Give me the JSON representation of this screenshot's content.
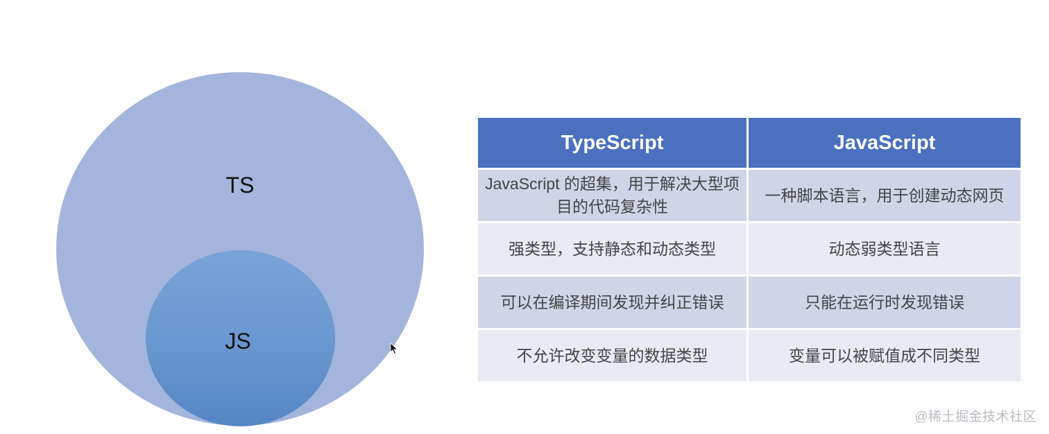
{
  "diagram": {
    "outer_circle": {
      "label": "TS",
      "color": "#a3b5dc"
    },
    "inner_circle": {
      "label": "JS",
      "color": "#6a98d0"
    }
  },
  "table": {
    "header_color": "#4a70bf",
    "headers": [
      "TypeScript",
      "JavaScript"
    ],
    "rows": [
      [
        "JavaScript 的超集，用于解决大型项目的代码复杂性",
        "一种脚本语言，用于创建动态网页"
      ],
      [
        "强类型，支持静态和动态类型",
        "动态弱类型语言"
      ],
      [
        "可以在编译期间发现并纠正错误",
        "只能在运行时发现错误"
      ],
      [
        "不允许改变变量的数据类型",
        "变量可以被赋值成不同类型"
      ]
    ]
  },
  "watermark": "@稀土掘金技术社区"
}
